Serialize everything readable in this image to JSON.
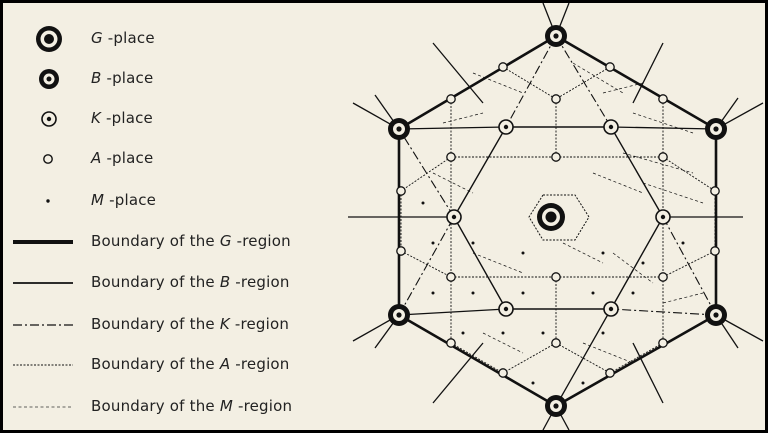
{
  "legend": {
    "places": [
      {
        "letter": "G",
        "suffix": "-place",
        "symbol": "g-place-symbol"
      },
      {
        "letter": "B",
        "suffix": "-place",
        "symbol": "b-place-symbol"
      },
      {
        "letter": "K",
        "suffix": "-place",
        "symbol": "k-place-symbol"
      },
      {
        "letter": "A",
        "suffix": "-place",
        "symbol": "a-place-symbol"
      },
      {
        "letter": "M",
        "suffix": "-place",
        "symbol": "m-place-symbol"
      }
    ],
    "boundaries": [
      {
        "prefix": "Boundary of the",
        "letter": "G",
        "suffix": "-region",
        "style": "heavy-solid"
      },
      {
        "prefix": "Boundary of the",
        "letter": "B",
        "suffix": "-region",
        "style": "solid"
      },
      {
        "prefix": "Boundary of the",
        "letter": "K",
        "suffix": "-region",
        "style": "dash-dot"
      },
      {
        "prefix": "Boundary of the",
        "letter": "A",
        "suffix": "-region",
        "style": "dotted"
      },
      {
        "prefix": "Boundary of the",
        "letter": "M",
        "suffix": "-region",
        "style": "fine-dashed"
      }
    ]
  },
  "colors": {
    "background": "#f3efe3",
    "ink": "#111111",
    "frame": "#000000"
  }
}
